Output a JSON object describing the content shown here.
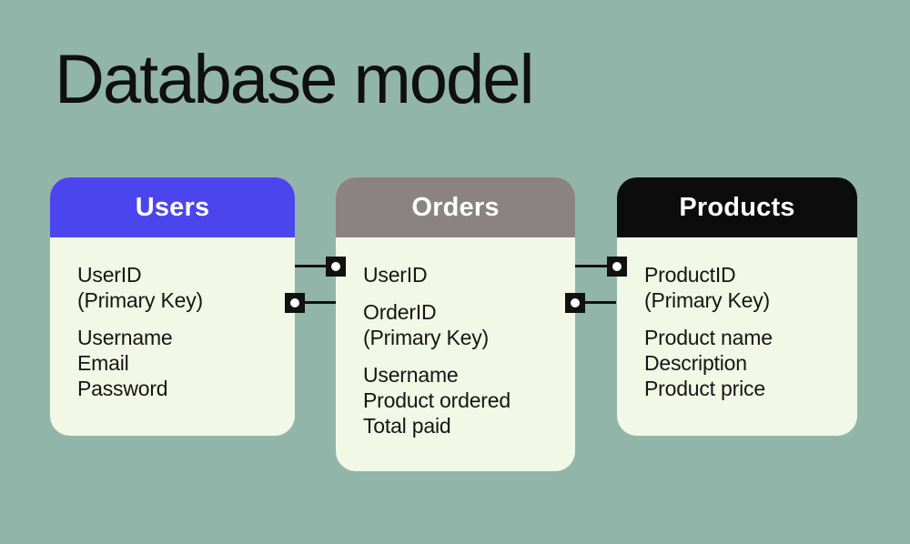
{
  "title": "Database model",
  "colors": {
    "background": "#92b5a9",
    "card_body": "#f1f8e5",
    "connector": "#111111",
    "title_text": "#101010",
    "header_text": "#ffffff",
    "field_text": "#161616"
  },
  "tables": [
    {
      "name": "Users",
      "header_color": "#4b45ee",
      "field_groups": [
        [
          "UserID",
          "(Primary Key)"
        ],
        [
          "Username",
          "Email",
          "Password"
        ]
      ]
    },
    {
      "name": "Orders",
      "header_color": "#8b8284",
      "field_groups": [
        [
          "UserID"
        ],
        [
          "OrderID",
          "(Primary Key)"
        ],
        [
          "Username",
          "Product ordered",
          "Total paid"
        ]
      ]
    },
    {
      "name": "Products",
      "header_color": "#0c0c0c",
      "field_groups": [
        [
          "ProductID",
          "(Primary Key)"
        ],
        [
          "Product name",
          "Description",
          "Product price"
        ]
      ]
    }
  ],
  "relationships": [
    {
      "from": "Users",
      "to": "Orders"
    },
    {
      "from": "Orders",
      "to": "Products"
    }
  ]
}
